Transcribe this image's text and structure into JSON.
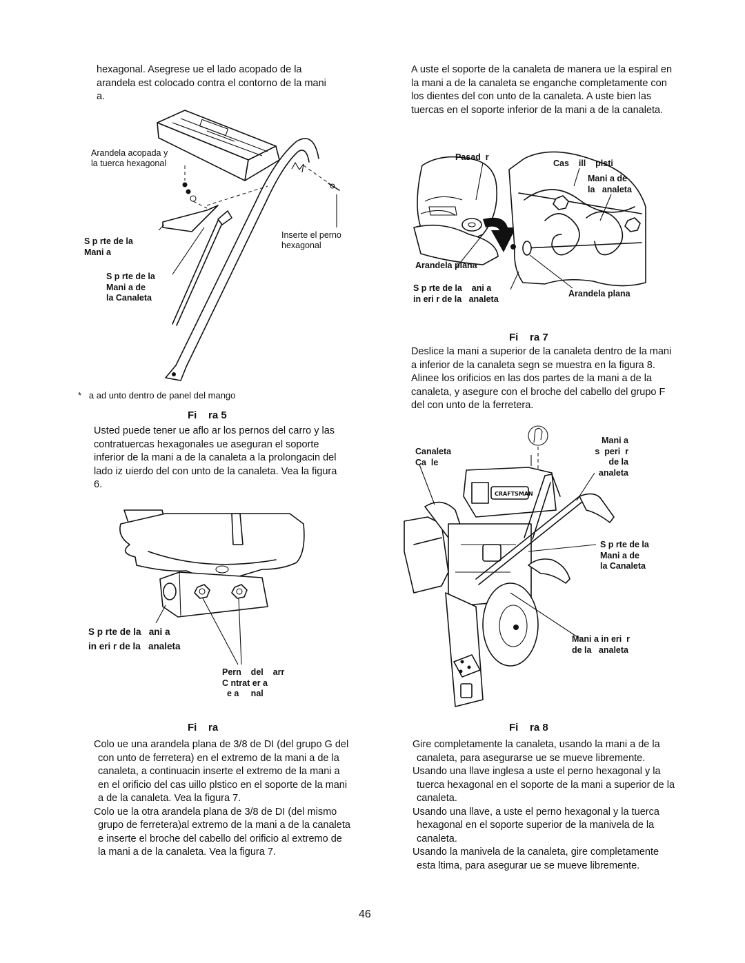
{
  "left_column": {
    "intro_text": "hexagonal. Asegrese ue el lado acopado de la arandela est colocado contra el contorno de la mani a.",
    "figure5": {
      "labels": {
        "washer_nut": "Arandela acopada y\nla tuerca hexagonal",
        "insert_bolt": "Inserte el perno\nhexagonal",
        "support_handle": "S p rte de la\nMani a",
        "support_chute_handle": "S p rte de la\nMani a de\nla Canaleta"
      },
      "footnote": "*   a ad unto dentro de panel del mango",
      "caption": "Fi    ra 5"
    },
    "para_figure6": "Usted puede tener ue aflo ar los pernos del carro y las contratuercas hexagonales ue aseguran el soporte inferior de la mani a de la canaleta a la prolongacin del lado iz uierdo del con unto de la canaleta. Vea la figura 6.",
    "figure6": {
      "labels": {
        "lower_support": "S p rte de la   ani a\nin eri r de la   analeta",
        "bolt_nut": "Pern    del    arr\nC ntrat er a\n  e a     nal"
      },
      "caption": "Fi    ra"
    },
    "bullets": [
      "Colo ue una arandela plana de 3/8 de DI (del grupo G del con unto de ferretera) en el extremo de la mani a de la canaleta, a continuacin inserte el extremo de la mani a en el orificio del cas uillo plstico en el soporte de la mani a de la canaleta. Vea la figura 7.",
      "Colo ue la otra arandela plana de 3/8 de DI (del mismo grupo de ferretera)al extremo de la mani a de la canaleta e inserte el broche del cabello del orificio al extremo de la mani a de la canaleta. Vea la figura 7."
    ]
  },
  "right_column": {
    "intro_text": "A uste el soporte de la canaleta de manera ue la espiral en la mani a de la canaleta se enganche completamente con los dientes del con unto de la canaleta. A uste bien las tuercas en el soporte inferior de la mani a de la canaleta.",
    "figure7": {
      "labels": {
        "pin": "Pasad  r",
        "bushing": "Cas    ill    plsti",
        "chute_handle": "Mani a de\nla   analeta",
        "flat_washer_left": "Arandela plana",
        "lower_support": "S p rte de la    ani a\nin eri r de la   analeta",
        "flat_washer_right": "Arandela plana"
      },
      "caption": "Fi    ra 7"
    },
    "para_figure8": "Deslice la mani a superior de la canaleta dentro de la mani a inferior de la canaleta segn se muestra en la figura 8. Alinee los orificios en las dos partes de la mani a de la canaleta, y asegure con el broche del cabello del grupo F del con unto de la ferretera.",
    "figure8": {
      "labels": {
        "chute_cable": "Canaleta\nCa  le",
        "upper_handle": "Mani a\ns  peri  r\nde la\nanaleta",
        "support": "S p rte de la\nMani a de\nla Canaleta",
        "lower_handle": "Mani a in eri  r\nde la   analeta"
      },
      "brand_plate": "CRAFTSMAN",
      "caption": "Fi    ra 8"
    },
    "bullets": [
      "Gire completamente la canaleta, usando la mani a de la canaleta, para asegurarse ue se mueve libremente.",
      "Usando una llave inglesa a uste el perno hexagonal y la tuerca hexagonal en el soporte de la mani a superior de la canaleta.",
      "Usando una llave, a uste el perno hexagonal y la tuerca hexagonal en el soporte superior de la manivela de la canaleta.",
      "Usando la manivela de la canaleta, gire completamente esta ltima, para asegurar ue se mueve libremente."
    ]
  },
  "page_number": "46"
}
